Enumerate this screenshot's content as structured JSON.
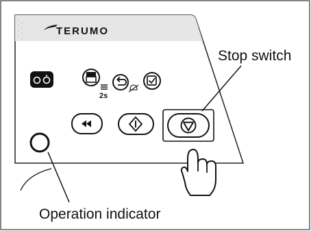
{
  "brand": {
    "logo_text": "TERUMO"
  },
  "panel": {
    "fill_color": "#ffffff",
    "band_color": "#e6e6e6",
    "outline_color": "#222222",
    "button_time_label": "2s"
  },
  "callouts": {
    "stop_switch": "Stop switch",
    "operation_indicator": "Operation indicator"
  },
  "icons": [
    "operation-indicator-lamp-icon",
    "power-dual-lamp-icon",
    "stack-menu-icon",
    "silence-alarm-icon",
    "check-box-icon",
    "rewind-icon",
    "start-diamond-icon",
    "stop-icon",
    "pointing-hand-icon"
  ]
}
